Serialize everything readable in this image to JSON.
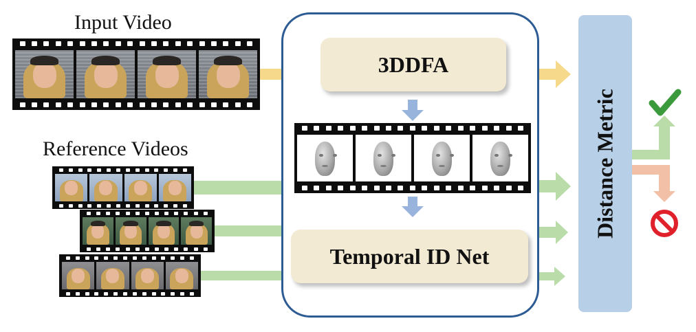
{
  "labels": {
    "input_video": "Input Video",
    "reference_videos": "Reference Videos"
  },
  "boxes": {
    "module_1": "3DDFA",
    "module_2": "Temporal ID Net",
    "distance": "Distance Metric"
  },
  "colors": {
    "panel_border": "#2d5b93",
    "box_fill": "#f3ead3",
    "distance_fill": "#b8cfe8",
    "input_arrow": "#f6d98a",
    "reference_arrow": "#b9dca8",
    "internal_arrow": "#98b3dc",
    "accept_arrow": "#b9dca8",
    "reject_arrow": "#f2c0a6",
    "check_icon": "#3b9a3b",
    "no_icon": "#e0202a"
  },
  "icons": {
    "accept": "check-icon",
    "reject": "no-entry-icon"
  }
}
